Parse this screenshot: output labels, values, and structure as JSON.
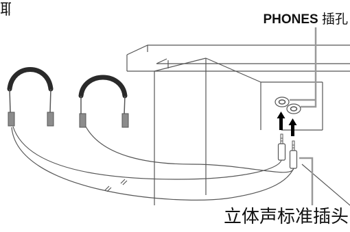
{
  "labels": {
    "top_left_glyph": "耶",
    "phones_jack_bold": "PHONES",
    "phones_jack_rest": " 插孔",
    "stereo_plug": "立体声标准插头"
  },
  "icons": [
    "headphones-icon",
    "headphones-icon",
    "stereo-plug-icon",
    "arrow-up-icon"
  ],
  "colors": {
    "line": "#555555",
    "callout": "#999999",
    "headband": "#2a2a2a",
    "earcup": "#8c8c8c",
    "arrow": "#000000"
  }
}
